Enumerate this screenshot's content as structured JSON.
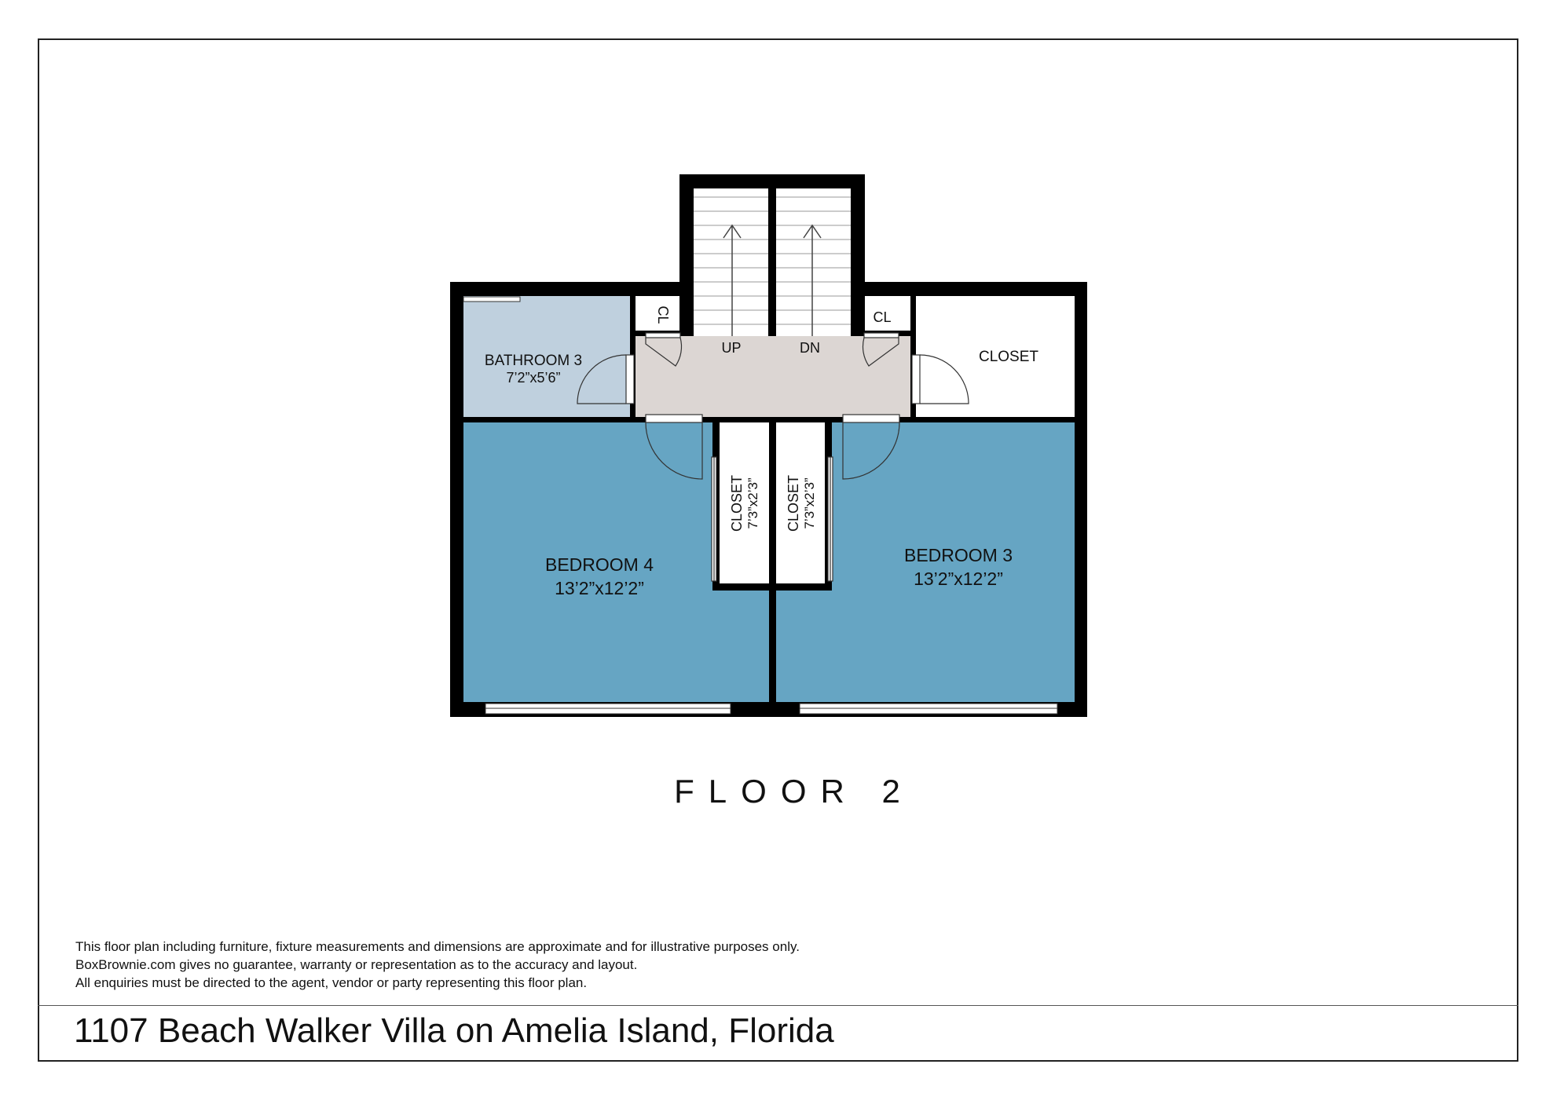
{
  "colors": {
    "wall": "#000000",
    "bedroom": "#66a5c3",
    "bathroom": "#bfd0de",
    "hallway": "#dcd6d3",
    "closet": "#ffffff"
  },
  "rooms": {
    "bathroom3": {
      "name": "BATHROOM 3",
      "dims": "7’2”x5’6”"
    },
    "closet_top_right": {
      "name": "CLOSET"
    },
    "cl_left": {
      "name": "CL"
    },
    "cl_right": {
      "name": "CL"
    },
    "bedroom4": {
      "name": "BEDROOM 4",
      "dims": "13’2”x12’2”"
    },
    "bedroom3": {
      "name": "BEDROOM 3",
      "dims": "13’2”x12’2”"
    },
    "closet_mid_left": {
      "name": "CLOSET",
      "dims": "7’3”x2’3”"
    },
    "closet_mid_right": {
      "name": "CLOSET",
      "dims": "7’3”x2’3”"
    }
  },
  "stairs": {
    "up": "UP",
    "down": "DN"
  },
  "floor_label": "FLOOR 2",
  "disclaimer": [
    "This floor plan including furniture, fixture measurements and dimensions are approximate and for illustrative purposes only.",
    "BoxBrownie.com gives no guarantee, warranty or representation as to the accuracy and layout.",
    "All enquiries must be directed to the agent, vendor or party representing this floor plan."
  ],
  "address": "1107 Beach Walker Villa on Amelia Island, Florida"
}
